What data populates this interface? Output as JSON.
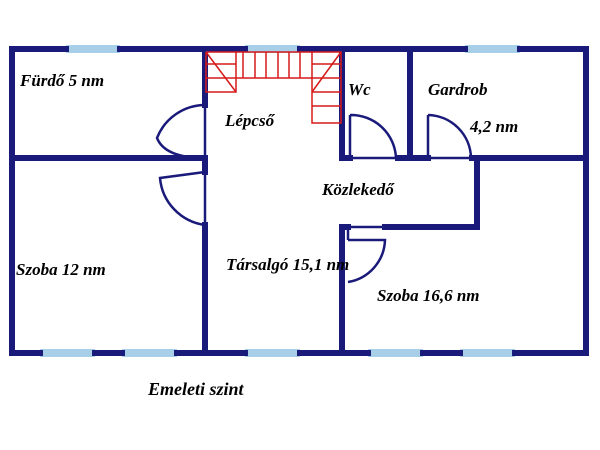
{
  "rooms": {
    "furdo": "Fürdő 5 nm",
    "lepcso": "Lépcső",
    "wc": "Wc",
    "gardrob": "Gardrob",
    "gardrob_area": "4,2 nm",
    "kozlekedo": "Közlekedő",
    "szoba12": "Szoba 12 nm",
    "tarsalgo": "Társalgó 15,1 nm",
    "szoba166": "Szoba 16,6 nm"
  },
  "caption": "Emeleti szint",
  "colors": {
    "wall": "#1a1a7a",
    "window": "#a8cfe8",
    "stairs": "#d61a1a"
  }
}
